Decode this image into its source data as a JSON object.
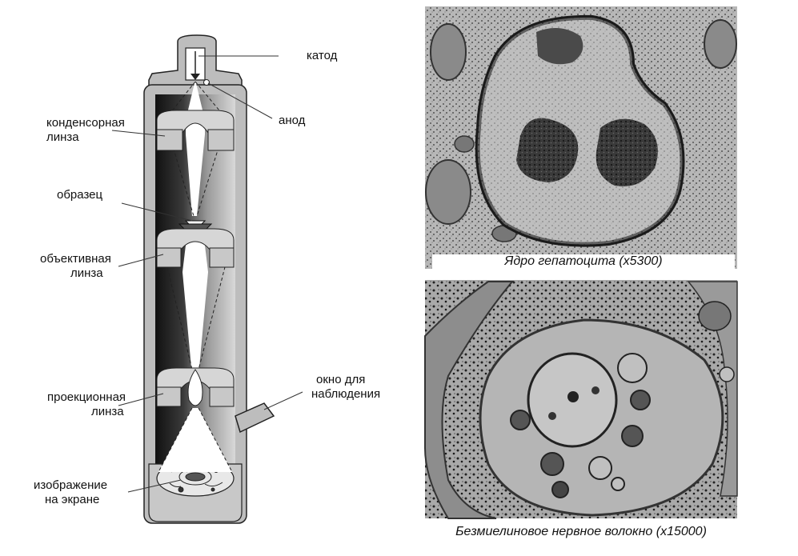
{
  "diagram": {
    "labels": {
      "cathode": "катод",
      "anode": "анод",
      "condenser_lens": [
        "конденсорная",
        "линза"
      ],
      "specimen": "образец",
      "objective_lens": [
        "объективная",
        "линза"
      ],
      "projection_lens": [
        "проекционная",
        "линза"
      ],
      "viewing_window": [
        "окно для",
        "наблюдения"
      ],
      "screen_image": [
        "изображение",
        "на экране"
      ]
    }
  },
  "photos": {
    "hepatocyte_caption": "Ядро гепатоцита (х5300)",
    "nerve_fiber_caption": "Безмиелиновое нервное волокно (х15000)"
  }
}
